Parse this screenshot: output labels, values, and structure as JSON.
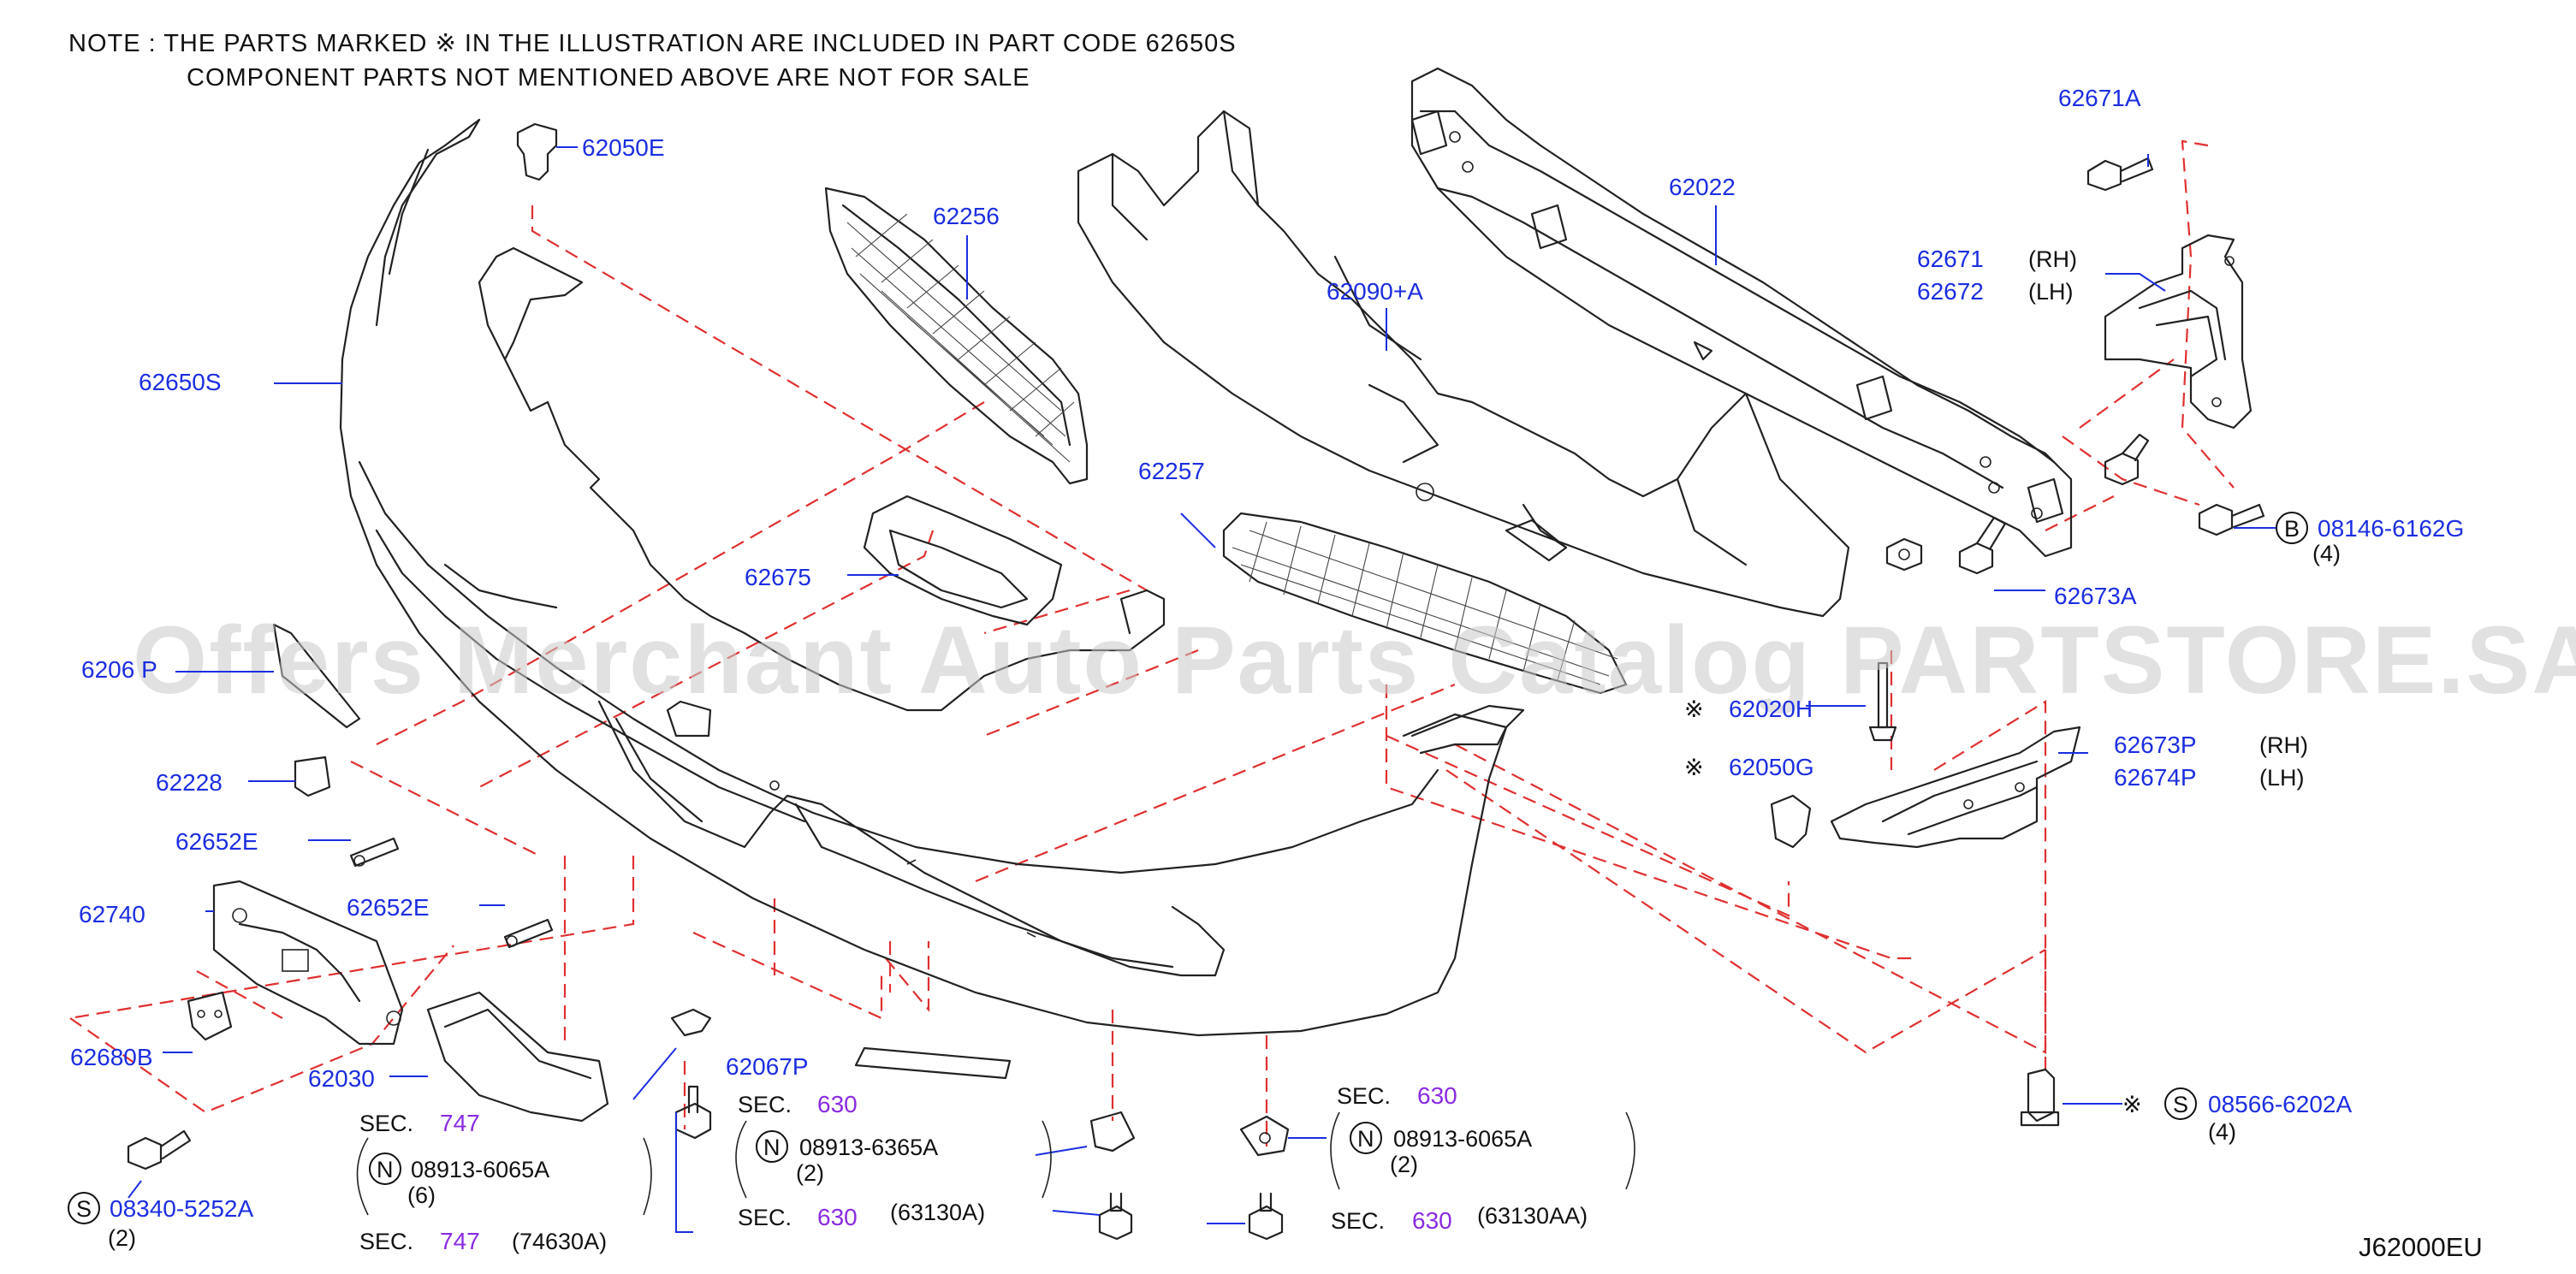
{
  "note": {
    "line1": "NOTE  :  THE  PARTS  MARKED     ※  IN  THE  ILLUSTRATION  ARE  INCLUDED  IN  PART  CODE  62650S",
    "line2": "COMPONENT  PARTS  NOT  MENTIONED  ABOVE  ARE  NOT  FOR  SALE"
  },
  "watermark": "Offers Merchant Auto Parts Catalog PARTSTORE.SA",
  "diagram_code": "J62000EU",
  "callouts": {
    "p62650S": "62650S",
    "p62050E": "62050E",
    "p62256": "62256",
    "p62022": "62022",
    "p62090A": "62090+A",
    "p62671A": "62671A",
    "p62671": "62671",
    "p62672": "62672",
    "rh1": "(RH)",
    "lh1": "(LH)",
    "p62257": "62257",
    "p62675": "62675",
    "p6206P": "6206  P",
    "p62228": "62228",
    "p62652E_1": "62652E",
    "p62652E_2": "62652E",
    "p62740": "62740",
    "p62680B": "62680B",
    "p62030": "62030",
    "p62067P": "62067P",
    "p62020H": "62020H",
    "p62050G": "62050G",
    "p62673P": "62673P",
    "p62674P": "62674P",
    "rh2": "(RH)",
    "lh2": "(LH)",
    "p62673A": "62673A",
    "p08146": "08146-6162G",
    "q4a": "(4)",
    "p08566": "08566-6202A",
    "q4b": "(4)",
    "p08340": "08340-5252A",
    "q2a": "(2)"
  },
  "circles": {
    "b": "B",
    "s1": "S",
    "s2": "S",
    "n1": "N",
    "n2": "N",
    "n3": "N"
  },
  "marks": {
    "m1": "※",
    "m2": "※",
    "m3": "※"
  },
  "sec_groups": {
    "g1": {
      "sec": "SEC.",
      "num": "747",
      "bolt": "08913-6065A",
      "qty": "(6)",
      "sec2": "SEC.",
      "num2": "747",
      "ref": "(74630A)"
    },
    "g2": {
      "sec": "SEC.",
      "num": "630",
      "bolt": "08913-6365A",
      "qty": "(2)",
      "sec2": "SEC.",
      "num2": "630",
      "ref": "(63130A)"
    },
    "g3": {
      "sec": "SEC.",
      "num": "630",
      "bolt": "08913-6065A",
      "qty": "(2)",
      "sec2": "SEC.",
      "num2": "630",
      "ref": "(63130AA)"
    }
  }
}
